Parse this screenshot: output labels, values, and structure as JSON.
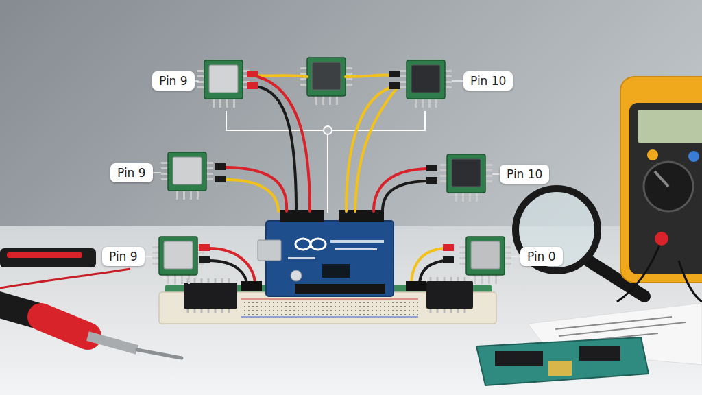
{
  "diagram": {
    "nodes": [
      {
        "text": [
          "Pin 9"
        ]
      },
      {
        "text": [
          "Pin 10"
        ]
      },
      {
        "text": [
          "Pin 9"
        ]
      },
      {
        "text": [
          "Pin 10"
        ]
      },
      {
        "text": [
          "Pin 9"
        ]
      },
      {
        "text": [
          "Pin 0"
        ]
      }
    ]
  }
}
